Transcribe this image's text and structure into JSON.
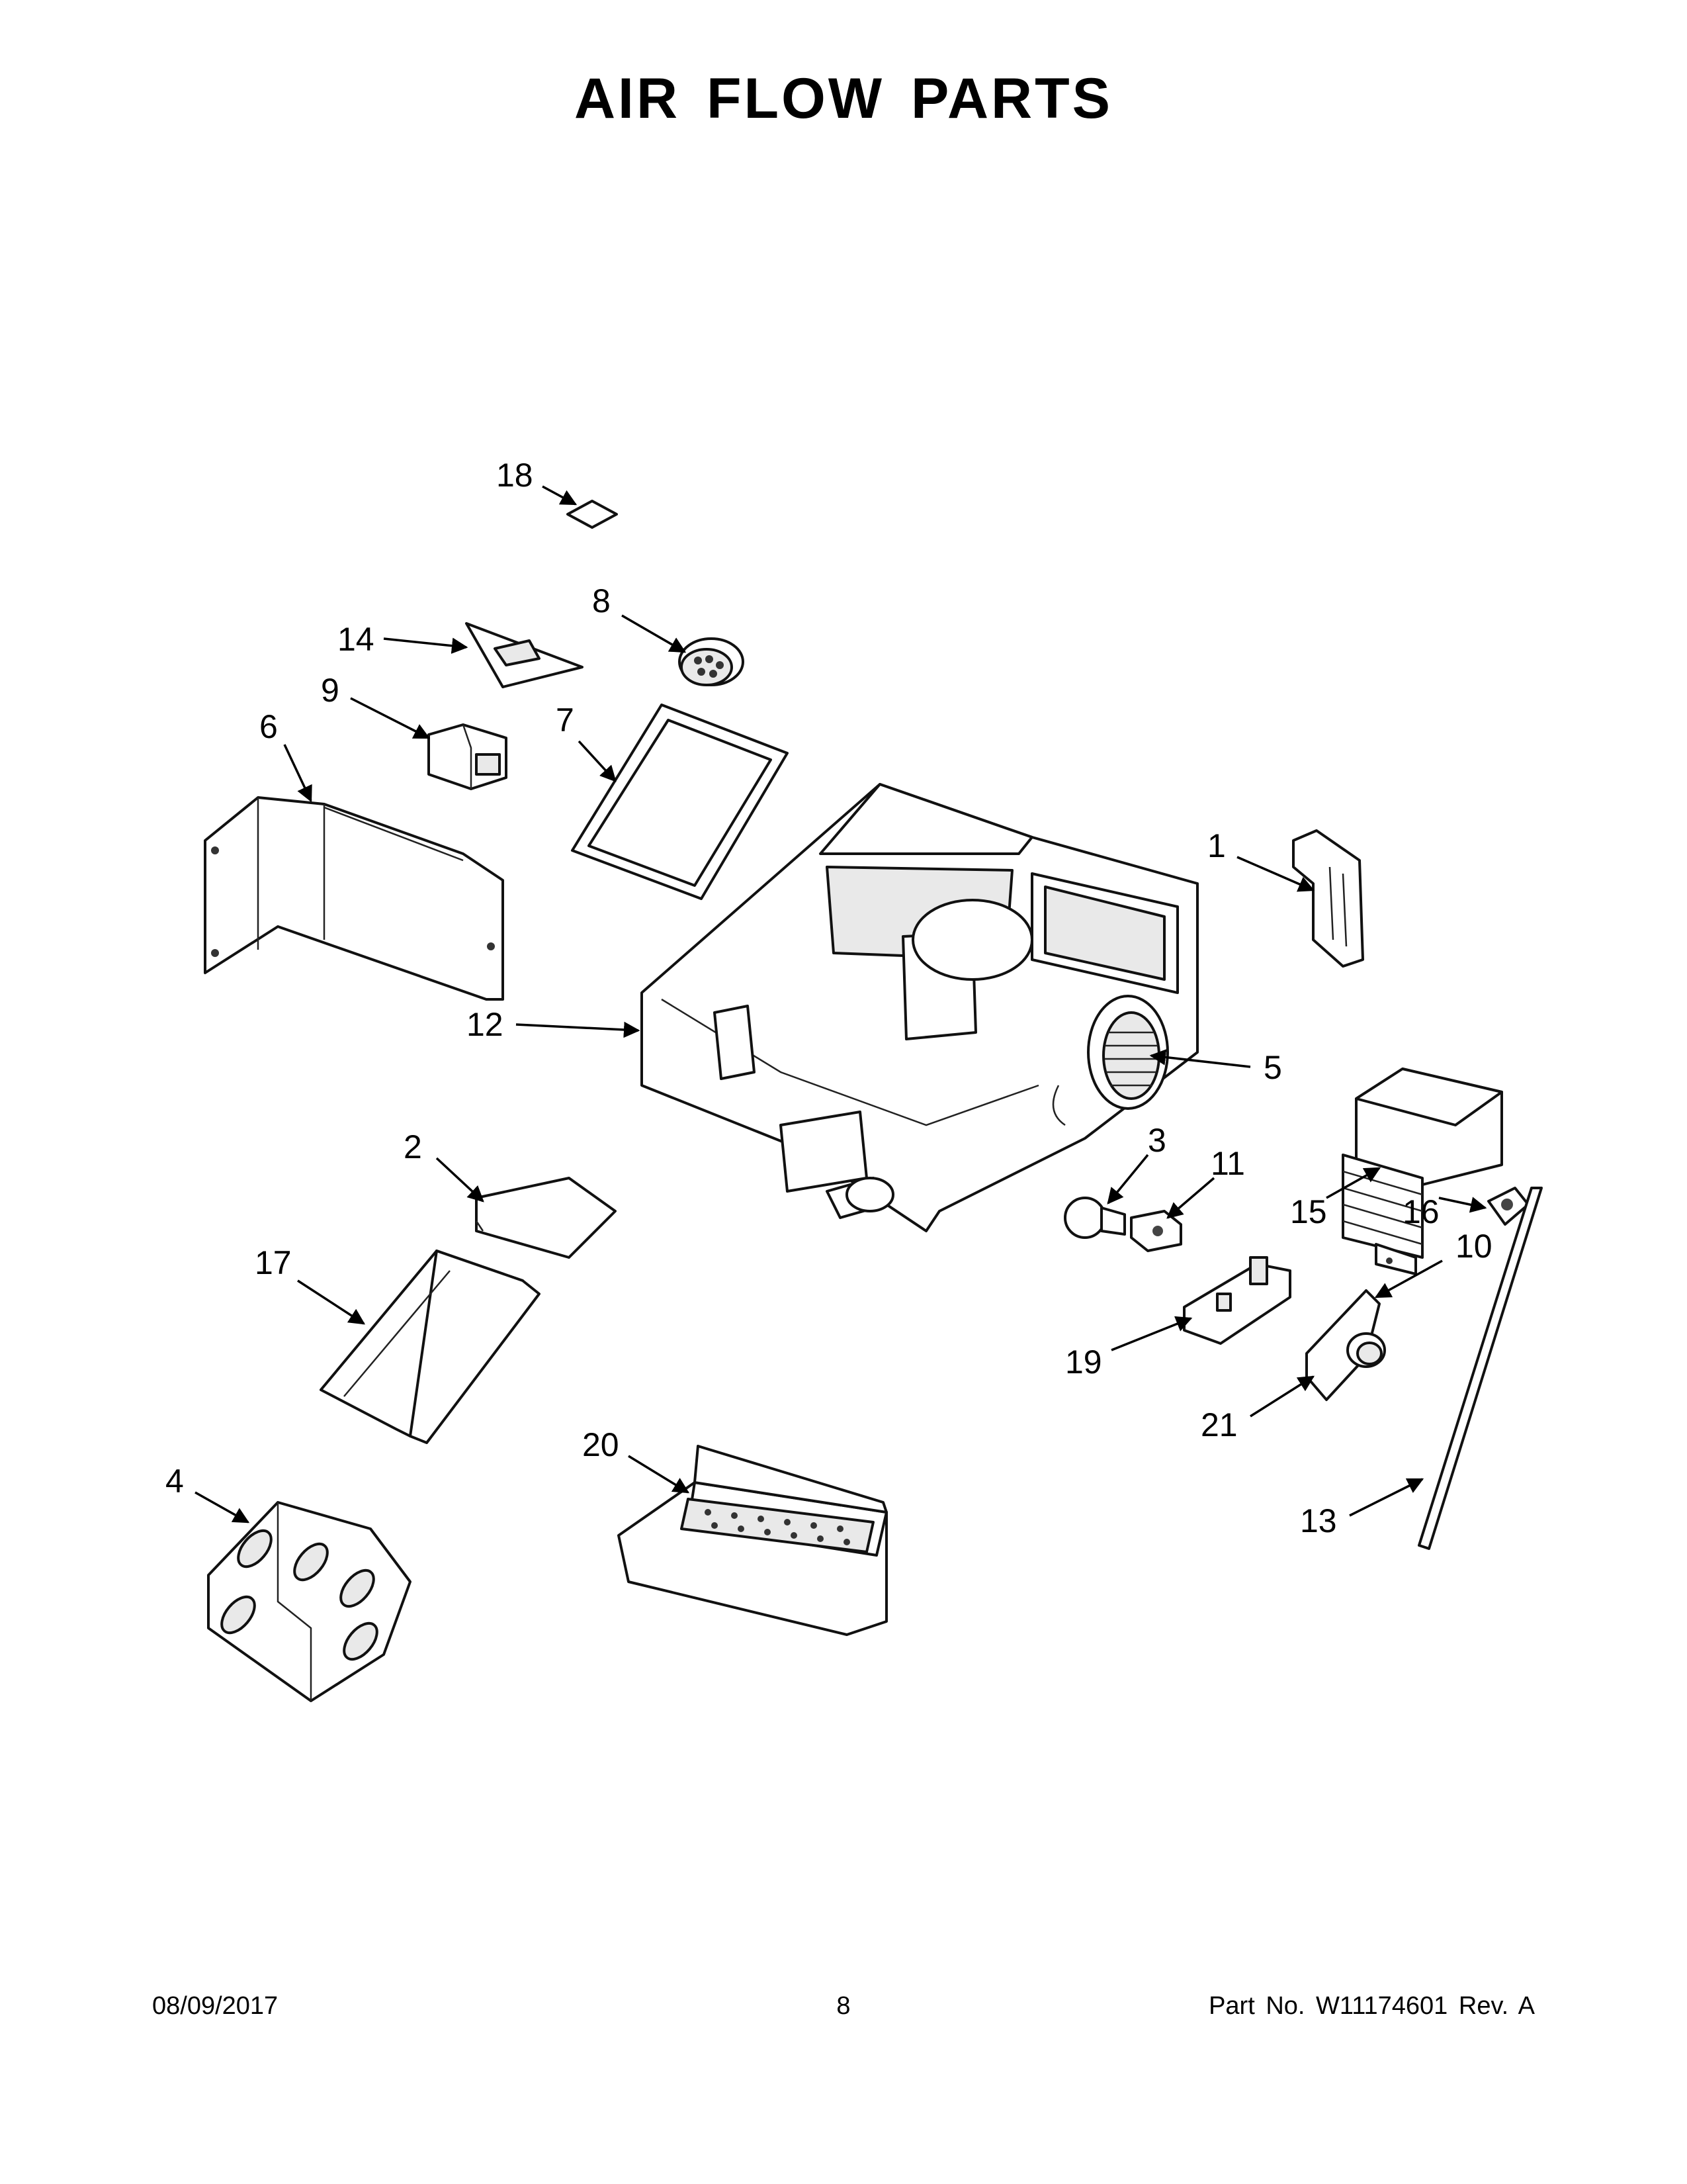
{
  "title": "AIR FLOW PARTS",
  "callouts": {
    "c1": "1",
    "c2": "2",
    "c3": "3",
    "c4": "4",
    "c5": "5",
    "c6": "6",
    "c7": "7",
    "c8": "8",
    "c9": "9",
    "c10": "10",
    "c11": "11",
    "c12": "12",
    "c13": "13",
    "c14": "14",
    "c15": "15",
    "c16": "16",
    "c17": "17",
    "c18": "18",
    "c19": "19",
    "c20": "20",
    "c21": "21"
  },
  "footer": {
    "date": "08/09/2017",
    "page": "8",
    "part": "Part No.  W11174601  Rev.  A"
  }
}
